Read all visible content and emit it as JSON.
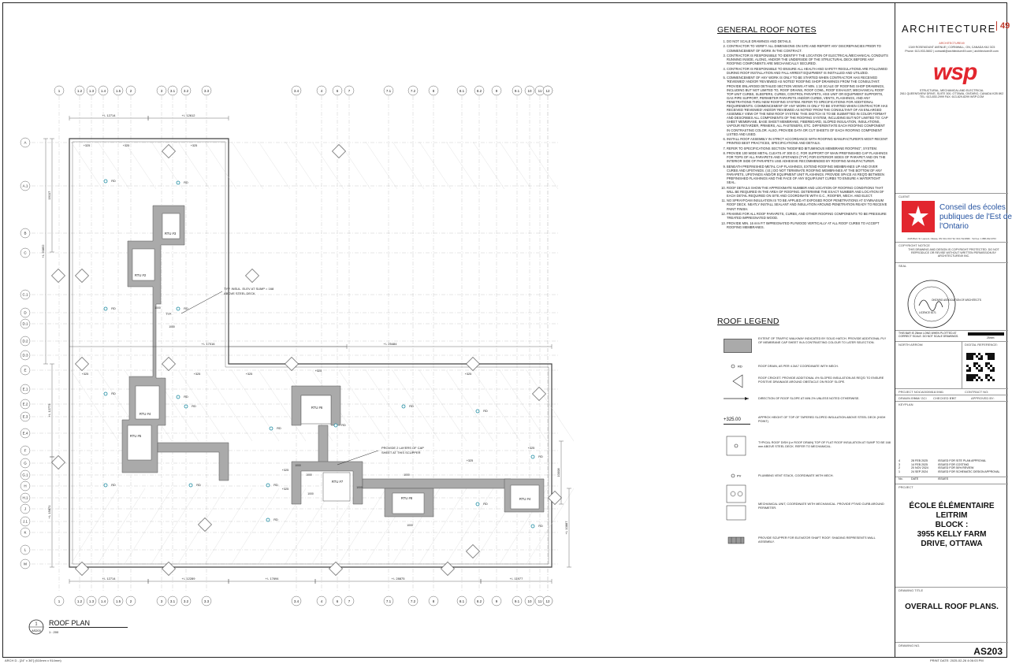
{
  "plan": {
    "title": "ROOF PLAN",
    "scale": "1 : 200",
    "ref_number": "1",
    "ref_sheet": "AS203",
    "grid_columns": [
      "1",
      "1.2",
      "1.3",
      "1.4",
      "1.5",
      "2",
      "3",
      "3.1",
      "3.2",
      "3.3",
      "3.4",
      "4",
      "6",
      "7",
      "7.1",
      "7.2",
      "8",
      "8.1",
      "8.2",
      "9",
      "9.1",
      "10",
      "11",
      "11.1",
      "12"
    ],
    "grid_rows": [
      "A",
      "A.1",
      "B",
      "C",
      "C.1",
      "D",
      "D.1",
      "D.2",
      "D.3",
      "E",
      "E.1",
      "E.2",
      "E.3",
      "E.4",
      "F",
      "G",
      "G.1",
      "H",
      "H.1",
      "J",
      "J.1",
      "K",
      "L",
      "M"
    ],
    "dims_top": [
      "+/- 12714",
      "+/- 12612"
    ],
    "dims_bottom": [
      "+/- 12714",
      "+/- 12289",
      "+/- 17694",
      "+/- 28875",
      "+/- 11977"
    ],
    "dims_mid": [
      "+/- 17016",
      "+/- 25484"
    ],
    "dims_left": [
      "19117",
      "+/- 20852",
      "+/- 12773",
      "+/- 15871"
    ],
    "dims_right": [
      "10008",
      "+/- 10887"
    ],
    "callout_1": "TYP. INSUL. ELEV AT SUMP = 168 ABOVE STEEL DECK",
    "callout_2": "PROVIDE 2 LAYERS OF CAP SHEET AT THIS SCUPPER",
    "rtus": [
      "RTU #2",
      "RTU #3",
      "RTU #4",
      "RTU #5",
      "RTU #6",
      "RTU #7",
      "RTU #8",
      "RTU #4"
    ],
    "rd_label": "RD",
    "elev": "+325",
    "drain_size": "1000",
    "typ": "TYP."
  },
  "notes": {
    "title": "GENERAL ROOF NOTES",
    "items": [
      "DO NOT SCALE DRAWINGS AND DETAILS.",
      "CONTRACTOR TO VERIFY ALL DIMENSIONS ON SITE AND REPORT ANY DISCREPANCIES PRIOR TO COMMENCEMENT OF WORK IN THE CONTRACT.",
      "CONTRACTOR IS RESPONSIBLE TO IDENTIFY THE LOCATION OF ELECTRICAL/MECHANICAL CONDUITS RUNNING INSIDE, ALONG, AND/OR THE UNDERSIDE OF THE STRUCTURAL DECK BEFORE ANY ROOFING COMPONENTS ARE MECHANICALLY SECURED.",
      "CONTRACTOR IS RESPONSIBLE TO ENSURE ALL HEALTH AND SAFETY REGULATIONS ARE FOLLOWED DURING ROOF INSTALLATION AND FALL ARREST EQUIPMENT IS INSTALLED AND UTILIZED.",
      "COMMENCEMENT OF ANY WORK IS ONLY TO BE STARTED WHEN CONTRACTOR HAS RECEIVED 'REVIEWED' AND/OR 'REVIEWED AS NOTED' ROOFING SHOP DRAWINGS FROM THE CONSULTANT. PROVIDE ENLARGED DETAILED SECTION VIEWS AT MIN. 1:10 SCALE OF ROOFING SHOP DRAWINGS, INCLUDING BUT NOT LIMITED TO, ROOF DRAINS, ROOF COWL, ROOF EXHAUST, MECHANICAL ROOF TOP UNIT CURBS, SLEEPERS, CURBS, CONTROL PARAPETS, HSS UNIT OR EQUIPMENT SUPPORTS, GAS PIPE SUPPORT, PERIMETER PARAPETS AND/OR CURBS, VENTS, FLASHINGS, AND ANY PENETRATIONS THRU NEW ROOFING SYSTEM. REFER TO SPECIFICATIONS FOR ADDITIONAL REQUIREMENTS. COMMENCEMENT OF ANY WORK IS ONLY TO BE STARTED WHEN CONTRACTOR HAS RECEIVED 'REVIEWED' AND/OR 'REVIEWED AS NOTED' FROM THE CONSULTANT OF AN ENLARGED ASSEMBLY VIEW OF THE NEW ROOF SYSTEM. THIS SKETCH IS TO BE SUBMITTED IN COLOR FORMAT AND DESCRIBES ALL COMPONENTS OF THE ROOFING SYSTEM, INCLUDING BUT NOT LIMITED TO: CAP SHEET MEMBRANE, BASE SHEET MEMBRANE, FIBERBOARD, SLOPED INSULATION, INSULATIONS, VAPOUR RETARDER, PRIMERS, ALL FASTENERS, ETC. DIFFERENTIATE EACH ROOFING COMPONENT IN CONTRASTING COLOR. ALSO, PROVIDE DATA OR CUT SHEETS OF EACH ROOFING COMPONENT LISTED AND USED.",
      "INSTALL ROOF ASSEMBLY IN STRICT ACCORDANCE WITH ROOFING MANUFACTURER'S MOST RECENT PRINTED BEST PRACTICES, SPECIFICATIONS AND DETAILS.",
      "REFER TO SPECIFICATIONS SECTION \"MODIFIED BITUMINOUS MEMBRANE ROOFING\", SYSTEM.",
      "PROVIDE 100 WIDE METAL CLEATS AT 300 O.C. FOR SUPPORT OF WAIN PREFINISHED CAP FLASHINGS FOR TOPS OF ALL PARAPETS AND UPSTANDS (TYP.) FOR EXTERIOR SIDES OF PARAPET AND ON THE INTERIOR SIDE OF PARAPETS USE ADHESIVE RECOMMENDED BY ROOFING MANUFACTURER.",
      "BENEATH PREFINISHED METAL CAP FLASHINGS, EXTEND ROOFING MEMBRANES UP AND OVER CURBS AND UPSTANDS. (I.E.) DO NOT TERMINATE ROOFING MEMBRANES AT THE BOTTOM OF ANY PARAPETS, UPSTANDS AND/OR EQUIPMENT UNIT FLASHINGS. PROVIDE SPACE AS REQ'D BETWEEN PREFINISHED FLASHINGS AND THE FACE OF ANY EQUIP./UNIT CURBS TO ENSURE A WATERTIGHT SEAL.",
      "ROOF DETAILS SHOW THE APPROXIMATE NUMBER AND LOCATION OF ROOFING CONDITIONS THAT WILL BE REQUIRED IN THE AREA OF ROOFING. DETERMINE THE EXACT NUMBER AND LOCATION OF EACH DETAIL REQUIRED ON SITE AND COORDINATE WITH G.C., ROOFER, MECH. AND ELECT.",
      "NO SPRAYFOAM INSULATION IS TO BE APPLIED AT EXPOSED ROOF PENETRATIONS AT GYMNASIUM ROOF DECK. NEATLY INSTALL SEALANT AND INSULATION AROUND PENETRATION READY TO RECEIVE PAINT FINISH.",
      "FRAMING FOR ALL ROOF PARAPETS, CURBS, AND OTHER ROOFING COMPONENTS TO BE PRESSURE TREATED IMPREGNATED WOOD.",
      "PROVIDE MIN. 16 mm P.T IMPREGNATED PLYWOOD VERTICALLY AT ALL ROOF CURBS TO ACCEPT ROOFING MEMBRANES."
    ]
  },
  "legend": {
    "title": "ROOF LEGEND",
    "items": [
      "EXTENT OF TRAFFIC WALKWAY INDICATED BY SOLID HATCH. PROVIDE ADDITIONAL PLY OF MEMBRANE CAP SHEET IN A CONTRASTING COLOUR TO LATER SELECTION.",
      "ROOF DRAIN, AS PER 4.3/A7 COORDINATE WITH MECH.",
      "ROOF CRICKET. PROVIDE ADDITIONAL 4% SLOPED INSULATION AS REQ'D TO ENSURE POSITIVE DRAINAGE AROUND OBSTACLE ON ROOF SLOPE.",
      "DIRECTION OF ROOF SLOPE AT MIN 2% UNLESS NOTED OTHERWISE.",
      "APPROX HEIGHT OF TOP OF TAPERED SLOPED INSULATION ABOVE STEEL DECK (HIGH POINT)",
      "TYPICAL ROOF DISH (i.e ROOF DRAIN) TOP OF FLAT ROOF INSULATION AT SUMP TO BE 168 mm ABOVE STEEL DECK. REFER TO MECHANICAL.",
      "PLUMBING VENT STACK, COORDINATE WITH MECH.",
      "MECHANICAL UNIT, COORDINATE WITH MECHANICAL. PROVIDE PT/WD CURB AROUND PERIMETER.",
      "PROVIDE SCUPPER FOR ELEVATOR SHAFT ROOF. SHADING REPRESENTS WALL ASSEMBLY."
    ],
    "elev_sample": "+325.00",
    "rd": "RD",
    "pv": "PV"
  },
  "titleblock": {
    "firm": "ARCHITECTURE",
    "firm_num": "49",
    "firm_name": "ARCHITECTURE49",
    "firm_address": "1349 ROSEMOUNT AVENUE | CORNWALL, ON, CANADA K6J 3C5",
    "firm_contact": "Phone: 613-933-5602 | cornwall@architecture49.com | architecture49.com",
    "eng": "wsp",
    "eng_desc": "STRUCTURAL, MECHANICAL AND ELECTRICAL",
    "eng_address": "2611 QUEENSVIEW DRIVE, SUITE 300, OTTAWA, ONTARIO, CANADA K2B 8K2",
    "eng_contact": "TEL: 613-830-2999 FAX: 613-829-8299 WSP.COM",
    "client_label": "CLIENT",
    "client_name": "Conseil des écoles publiques de l'Est de l'Ontario",
    "client_address": "2445 Blvd. St. Laurent, Ottawa, ON K1G 6C3     Tel: 613-742-8960 · Tel free: 1 888-332-3763",
    "copyright_label": "COPYRIGHT NOTICE",
    "copyright": "THIS DRAWING AND DESIGN IS COPYRIGHT PROTECTED. DO NOT REPRODUCE OR REVISE WITHOUT WRITTEN PERMISSION BY ARCHITECTURE49 INC.",
    "seal_label": "SEAL",
    "seal_text": "ONTARIO ASSOCIATION OF ARCHITECTS",
    "seal_licence": "LICENCE 6171",
    "bar_note": "THIS BAR IS 25mm LONG WHEN PLOTTED AT CORRECT SCALE. DO NOT SCALE DRAWINGS.",
    "bar_size": "25mm",
    "north_label": "NORTH ARROW:",
    "digital_label": "DIGITAL REFERENCE:",
    "project_no_label": "PROJECT NO:",
    "project_no": "CA0039818.5981",
    "contract_label": "CONTRACT NO:",
    "drawn_label": "DRAWN BY:",
    "drawn": "NM/ GCI",
    "checked_label": "CHECKED BY:",
    "checked": "NT",
    "approved_label": "APPROVED BY:",
    "keyplan_label": "KEYPLAN",
    "revisions": [
      {
        "no": "4",
        "date": "28 FEB 2025",
        "issue": "ISSUED FOR SITE PLAN APPROVAL"
      },
      {
        "no": "3",
        "date": "14 FEB 2025",
        "issue": "ISSUED FOR COSTING"
      },
      {
        "no": "2",
        "date": "20 NOV 2024",
        "issue": "ISSUED FOR 50% REVIEW"
      },
      {
        "no": "1",
        "date": "24 SEP 2024",
        "issue": "ISSUED FOR SCHEMATIC DESIGN APPROVAL"
      }
    ],
    "rev_hdr_no": "No.",
    "rev_hdr_date": "DATE",
    "rev_hdr_issue": "ISSUES",
    "project_label": "PROJECT",
    "project_lines": [
      "ÉCOLE ÉLÉMENTAIRE",
      "LEITRIM",
      "BLOCK :",
      "3955 KELLY FARM",
      "DRIVE, OTTAWA"
    ],
    "drawing_title_label": "DRAWING TITLE",
    "drawing_title": "OVERALL ROOF PLANS.",
    "drawing_no_label": "DRAWING NO.",
    "drawing_no": "AS203"
  },
  "footer": {
    "left": "ARCH D - [24\" x 36\"] (610mm x 914mm)",
    "right": "PRINT DATE: 2025-02-26 4:06:03 PM"
  }
}
